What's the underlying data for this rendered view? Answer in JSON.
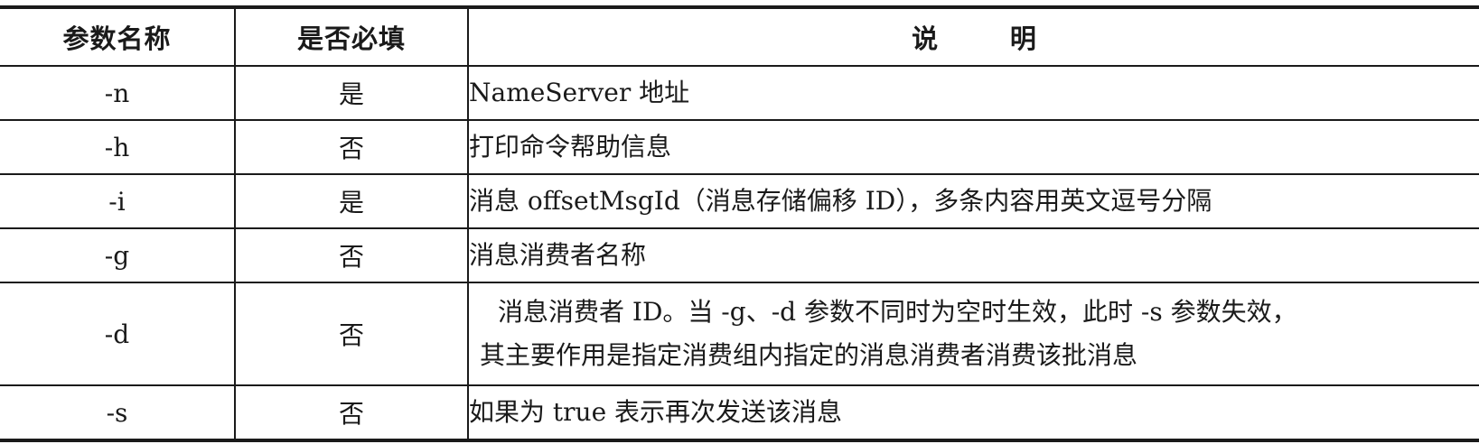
{
  "table": {
    "headers": {
      "name": "参数名称",
      "required": "是否必填",
      "description": "说 明"
    },
    "rows": [
      {
        "name": "-n",
        "required": "是",
        "description": "NameServer 地址"
      },
      {
        "name": "-h",
        "required": "否",
        "description": "打印命令帮助信息"
      },
      {
        "name": "-i",
        "required": "是",
        "description": "消息 offsetMsgId（消息存储偏移 ID），多条内容用英文逗号分隔"
      },
      {
        "name": "-g",
        "required": "否",
        "description": "消息消费者名称"
      },
      {
        "name": "-d",
        "required": "否",
        "description_line1": "消息消费者 ID。当 -g、-d 参数不同时为空时生效，此时 -s 参数失效，",
        "description_line2": "其主要作用是指定消费组内指定的消息消费者消费该批消息"
      },
      {
        "name": "-s",
        "required": "否",
        "description": "如果为 true 表示再次发送该消息"
      }
    ]
  }
}
